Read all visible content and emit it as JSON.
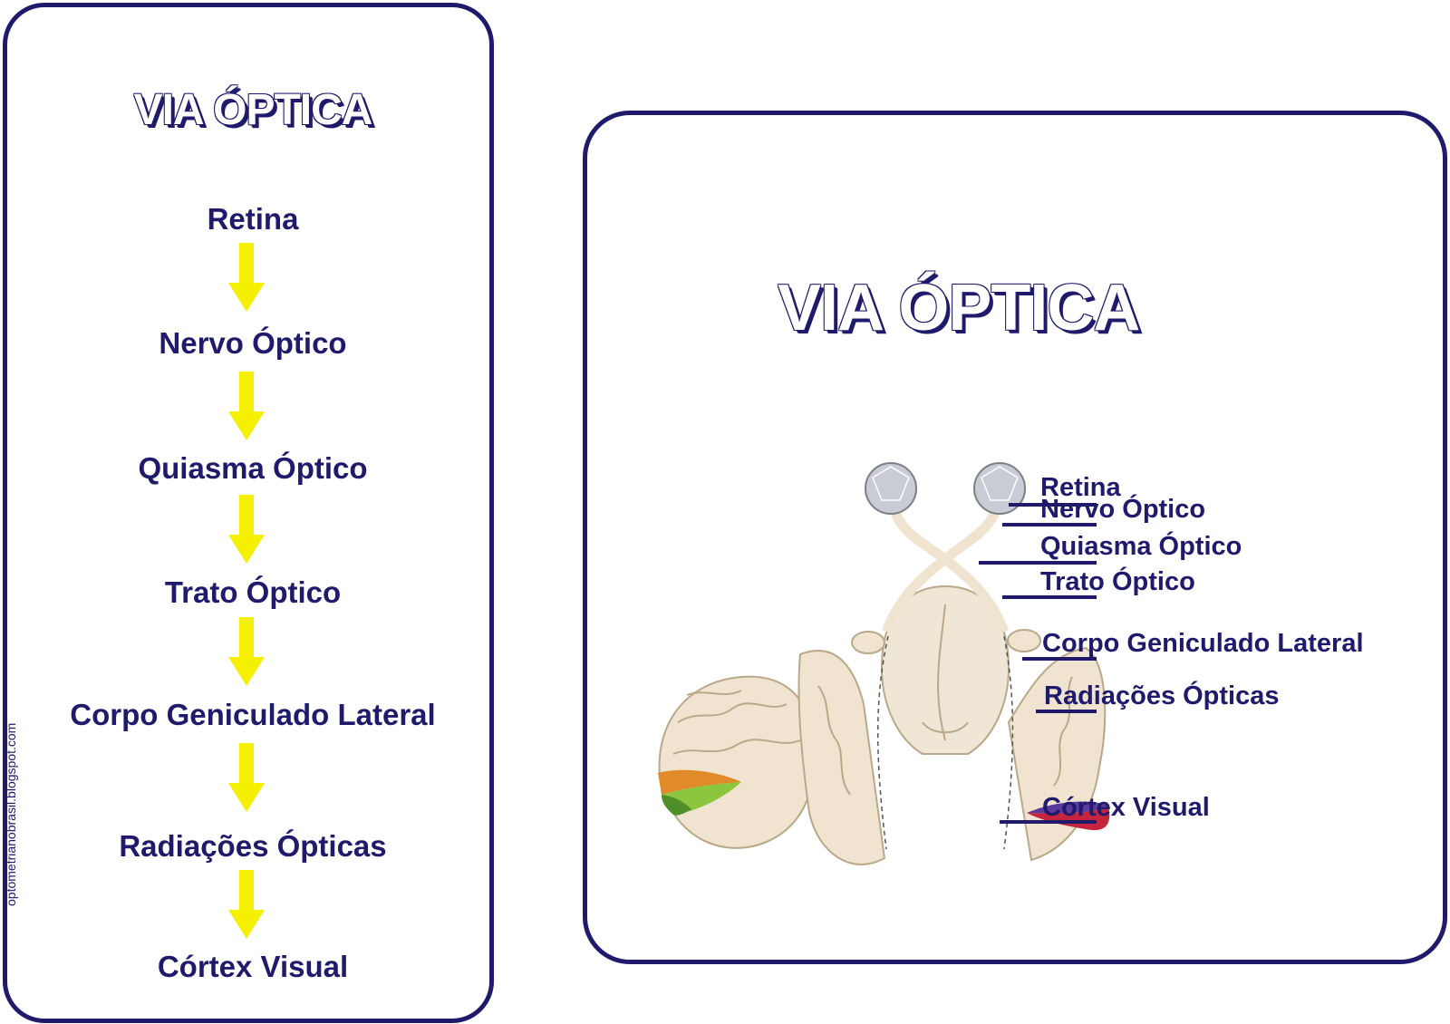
{
  "left_panel": {
    "title": "VIA ÓPTICA",
    "steps": [
      "Retina",
      "Nervo Óptico",
      "Quiasma Óptico",
      "Trato Óptico",
      "Corpo Geniculado Lateral",
      "Radiações Ópticas",
      "Córtex Visual"
    ],
    "watermark": "optometrianobrasil.blogspot.com"
  },
  "right_panel": {
    "title": "VIA ÓPTICA",
    "labels": [
      "Retina",
      "Nervo Óptico",
      "Quiasma Óptico",
      "Trato Óptico",
      "Corpo Geniculado Lateral",
      "Radiações Ópticas",
      "Córtex Visual"
    ]
  },
  "colors": {
    "border": "#1f1a6b",
    "text": "#1f1a6b",
    "arrow": "#f5f000",
    "tissue": "#f0e4d0",
    "eyeball": "#c9ccd4",
    "cortex_orange": "#e08a2a",
    "cortex_green": "#4f8f2a",
    "cortex_purple": "#5b3a9e",
    "cortex_red": "#c4243c"
  }
}
